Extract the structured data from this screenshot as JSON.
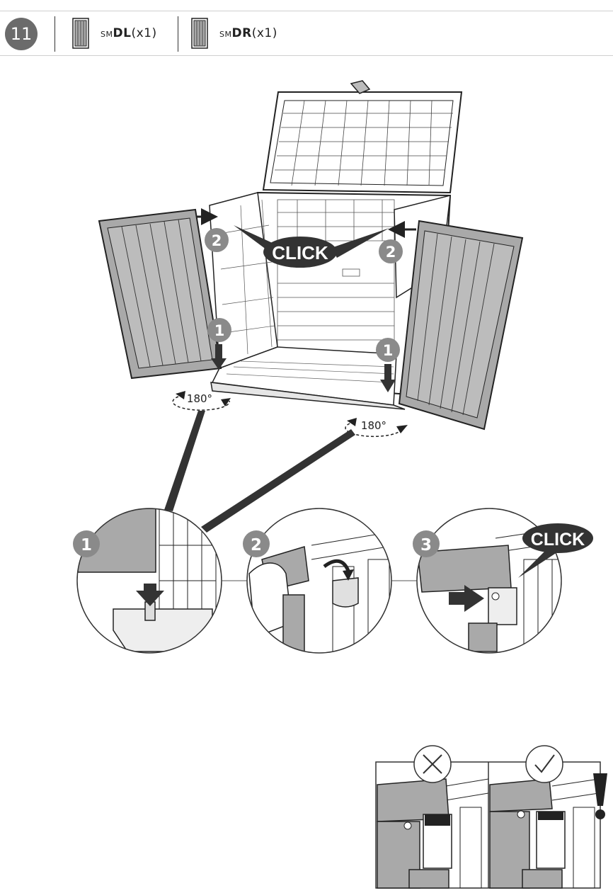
{
  "step": {
    "number": "11"
  },
  "parts": [
    {
      "prefix": "SM",
      "code": "DL",
      "qty": "(x1)"
    },
    {
      "prefix": "SM",
      "code": "DR",
      "qty": "(x1)"
    }
  ],
  "main_illustration": {
    "click_label": "CLICK",
    "callouts": [
      "1",
      "2",
      "1",
      "2"
    ],
    "rotation_left": "180°",
    "rotation_right": "180°"
  },
  "detail_steps": [
    {
      "number": "1"
    },
    {
      "number": "2"
    },
    {
      "number": "3",
      "click_label": "CLICK"
    }
  ],
  "check_panel": {
    "wrong_icon": "x-icon",
    "right_icon": "check-icon",
    "warning_icon": "exclamation-icon"
  },
  "colors": {
    "badge": "#6b6b6b",
    "door_fill": "#a9a9a9",
    "line": "#222222"
  }
}
